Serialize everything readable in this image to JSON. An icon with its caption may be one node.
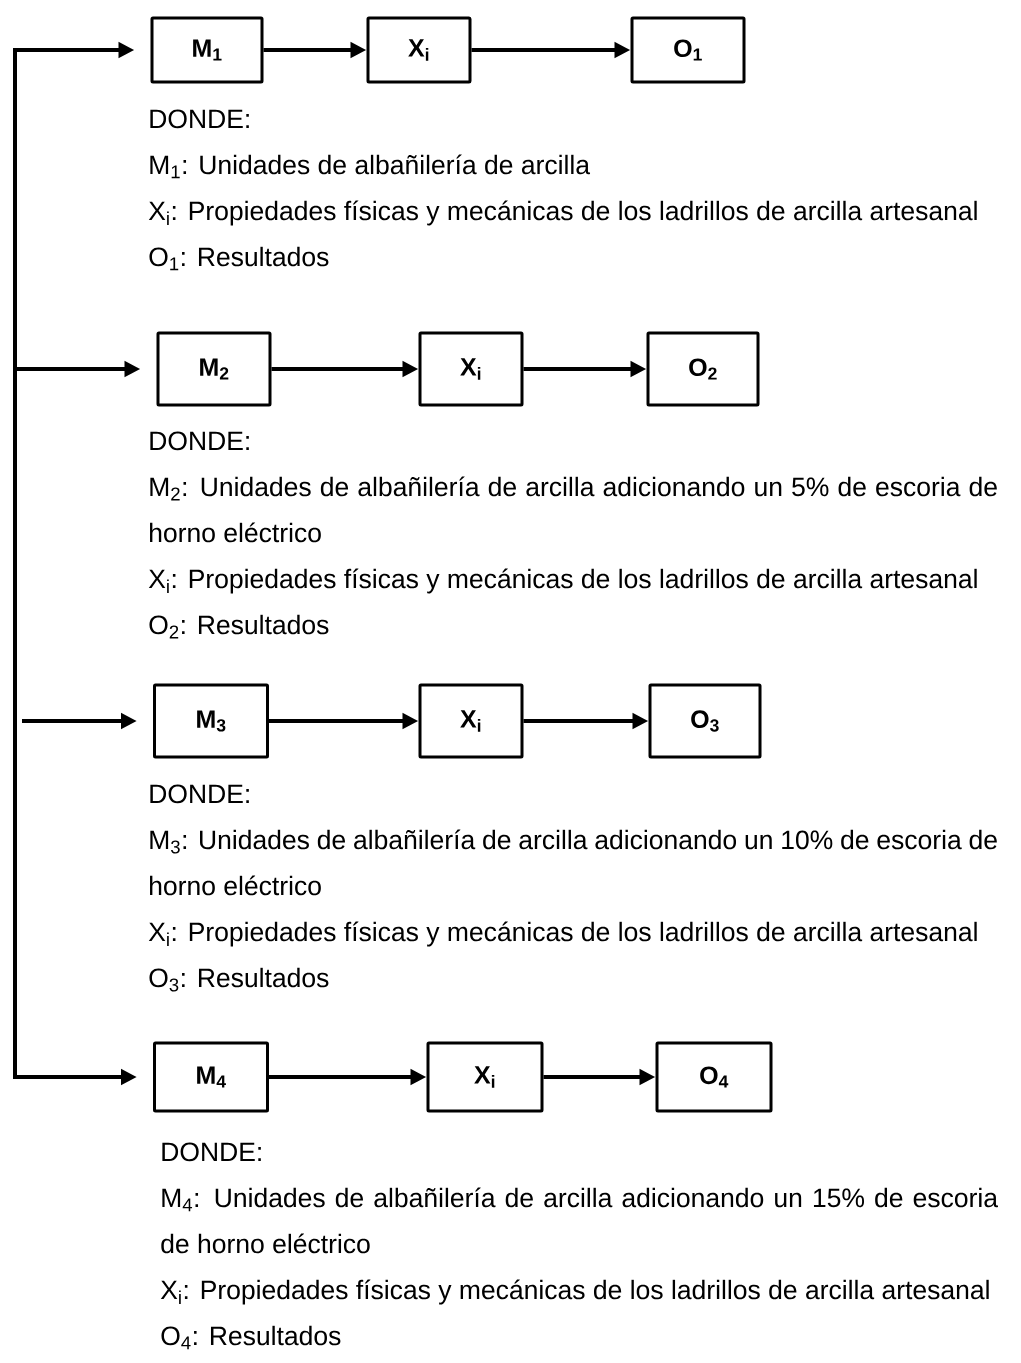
{
  "diagram": {
    "nodes": [
      {
        "text": [
          "M$_{1}$"
        ]
      },
      {
        "text": [
          "X$_{i}$"
        ]
      },
      {
        "text": [
          "O$_{1}$"
        ]
      },
      {
        "text": [
          "M$_{2}$"
        ]
      },
      {
        "text": [
          "X$_{i}$"
        ]
      },
      {
        "text": [
          "O$_{2}$"
        ]
      },
      {
        "text": [
          "M$_{3}$"
        ]
      },
      {
        "text": [
          "X$_{i}$"
        ]
      },
      {
        "text": [
          "O$_{3}$"
        ]
      },
      {
        "text": [
          "M$_{4}$"
        ]
      },
      {
        "text": [
          "X$_{i}$"
        ]
      },
      {
        "text": [
          "O$_{4}$"
        ]
      }
    ],
    "edges": [
      {
        "from": null,
        "to": 0,
        "arrow": "to"
      },
      {
        "from": 0,
        "to": 1,
        "arrow": "to"
      },
      {
        "from": 1,
        "to": 2,
        "arrow": "to"
      },
      {
        "from": null,
        "to": 3,
        "arrow": "to"
      },
      {
        "from": 3,
        "to": 4,
        "arrow": "to"
      },
      {
        "from": 4,
        "to": 5,
        "arrow": "to"
      },
      {
        "from": null,
        "to": 6,
        "arrow": "to"
      },
      {
        "from": 6,
        "to": 7,
        "arrow": "to"
      },
      {
        "from": 7,
        "to": 8,
        "arrow": "to"
      },
      {
        "from": null,
        "to": 9,
        "arrow": "to"
      },
      {
        "from": 9,
        "to": 10,
        "arrow": "to"
      },
      {
        "from": 10,
        "to": 11,
        "arrow": "to"
      }
    ],
    "labels": [
      "DONDE:",
      "M$_{1}$: Unidades de albañilería de arcilla",
      "X$_{i}$: Propiedades físicas y mecánicas de los ladrillos de arcilla artesanal",
      "O$_{1}$: Resultados",
      "DONDE:",
      "M$_{2}$: Unidades de albañilería de arcilla adicionando un 5% de escoria de horno eléctrico",
      "X$_{i}$: Propiedades físicas y mecánicas de los ladrillos de arcilla artesanal",
      "O$_{2}$: Resultados",
      "DONDE:",
      "M$_{3}$: Unidades de albañilería de arcilla adicionando un 10% de escoria de horno eléctrico",
      "X$_{i}$: Propiedades físicas y mecánicas de los ladrillos de arcilla artesanal",
      "O$_{3}$: Resultados",
      "DONDE:",
      "M$_{4}$: Unidades de albañilería de arcilla adicionando un 15% de escoria de horno eléctrico",
      "X$_{i}$: Propiedades físicas y mecánicas de los ladrillos de arcilla artesanal",
      "O$_{4}$: Resultados"
    ]
  }
}
